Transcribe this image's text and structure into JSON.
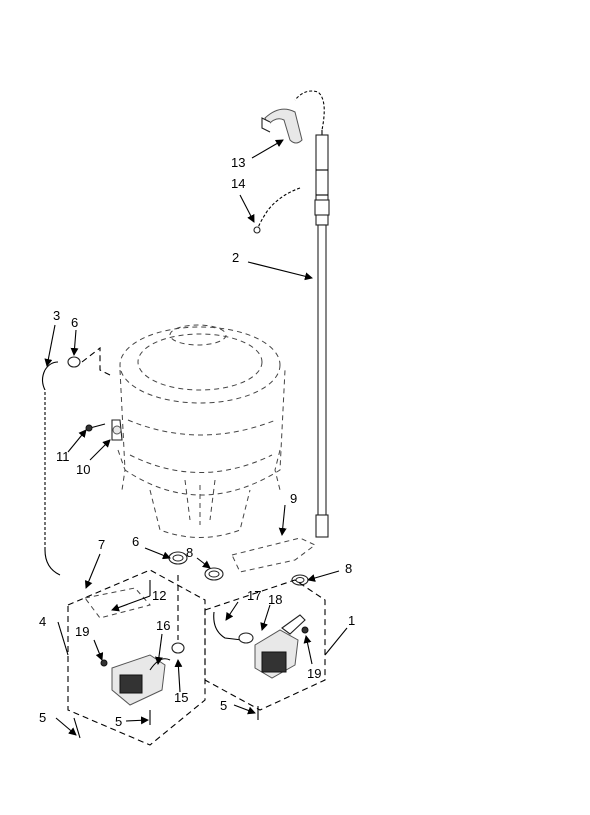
{
  "labels": {
    "l1": "1",
    "l2": "2",
    "l3": "3",
    "l4": "4",
    "l5a": "5",
    "l5b": "5",
    "l5c": "5",
    "l6a": "6",
    "l6b": "6",
    "l7": "7",
    "l8a": "8",
    "l8b": "8",
    "l9": "9",
    "l10": "10",
    "l11": "11",
    "l12": "12",
    "l13": "13",
    "l14": "14",
    "l15": "15",
    "l16": "16",
    "l17": "17",
    "l18": "18",
    "l19a": "19",
    "l19b": "19"
  }
}
